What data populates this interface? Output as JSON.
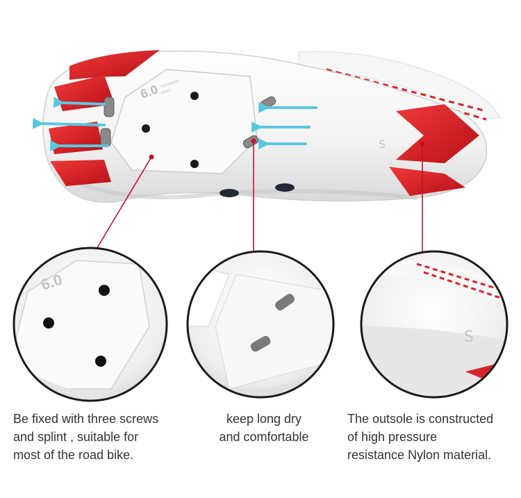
{
  "sole_marking": {
    "stiffness_value": "6.0",
    "stiffness_label_1": "STIFFNESS",
    "stiffness_label_2": "INDEX"
  },
  "captions": {
    "cleat": {
      "line1": "Be fixed with three screws",
      "line2": "and splint , suitable for",
      "line3": "most of the road bike."
    },
    "vents": {
      "line1": "keep long dry",
      "line2": "and comfortable"
    },
    "outsole": {
      "line1": "The outsole is constructed",
      "line2": "of high pressure",
      "line3": "resistance Nylon material."
    }
  },
  "colors": {
    "accent_red": "#d8232a",
    "airflow_cyan": "#58c8e0",
    "sole_white": "#f4f4f4",
    "callout_line": "#c8102e"
  }
}
